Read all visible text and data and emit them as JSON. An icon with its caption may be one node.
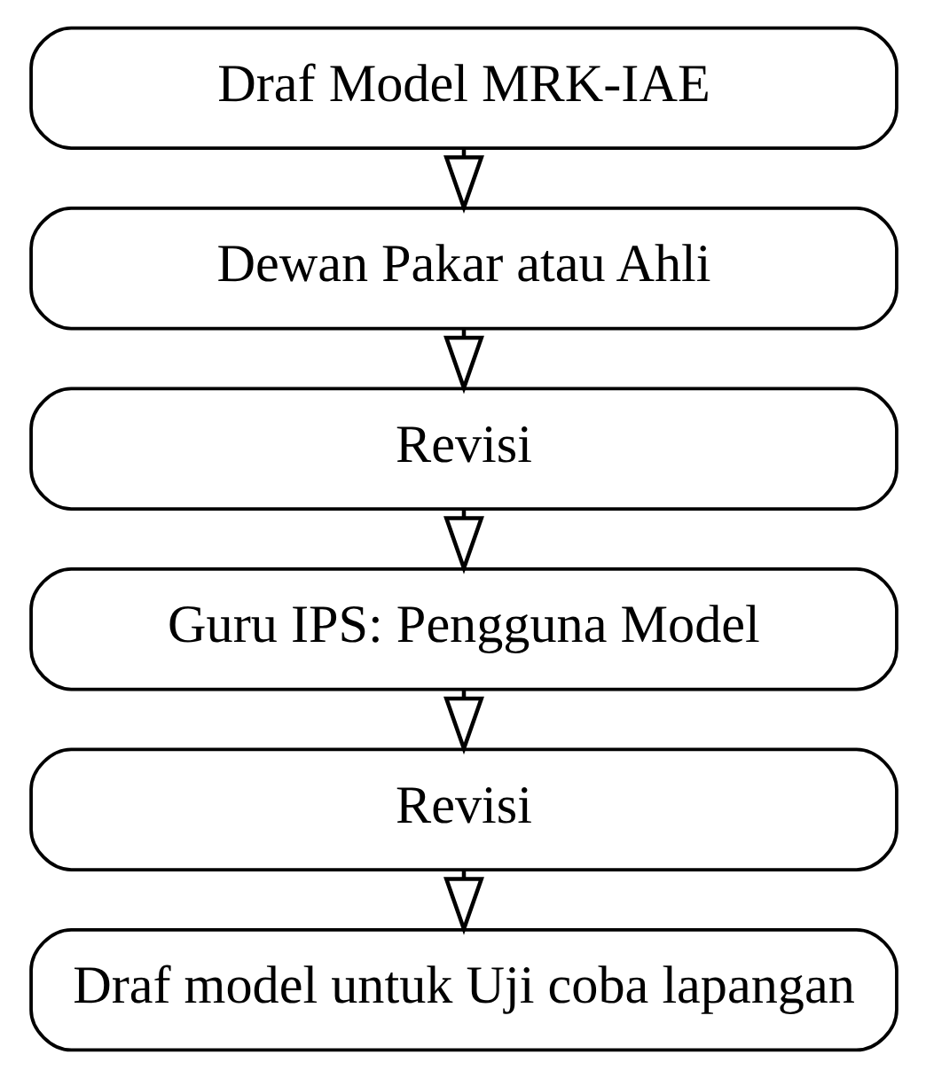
{
  "diagram": {
    "nodes": [
      {
        "text": [
          "Draf Model MRK-IAE"
        ]
      },
      {
        "text": [
          "Dewan Pakar atau Ahli"
        ]
      },
      {
        "text": [
          "Revisi"
        ]
      },
      {
        "text": [
          "Guru IPS: Pengguna Model"
        ]
      },
      {
        "text": [
          "Revisi"
        ]
      },
      {
        "text": [
          "Draf model untuk Uji coba lapangan"
        ]
      }
    ],
    "edges": [
      {
        "from": 0,
        "to": 1,
        "arrow": "to"
      },
      {
        "from": 1,
        "to": 2,
        "arrow": "to"
      },
      {
        "from": 2,
        "to": 3,
        "arrow": "to"
      },
      {
        "from": 3,
        "to": 4,
        "arrow": "to"
      },
      {
        "from": 4,
        "to": 5,
        "arrow": "to"
      }
    ]
  }
}
